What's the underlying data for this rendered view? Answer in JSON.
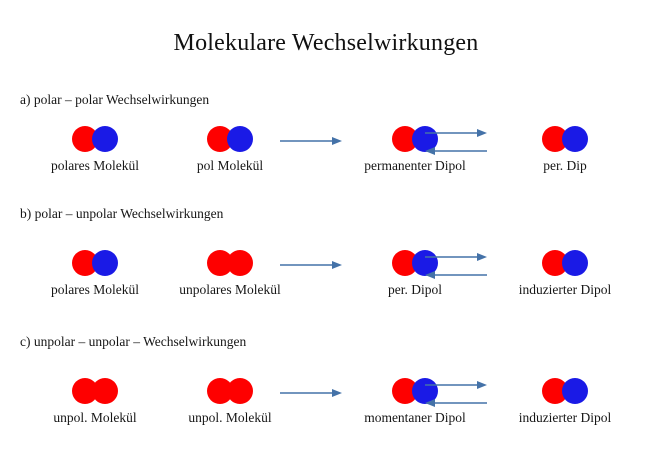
{
  "slide": {
    "title": "Molekulare Wechselwirkungen",
    "background_color": "#ffffff",
    "atom_red_color": "#fe0000",
    "atom_blue_color": "#1a1ae6",
    "arrow_color": "#4472a8"
  },
  "sections": [
    {
      "id": "a",
      "heading": "a) polar – polar  Wechselwirkungen",
      "molecules": [
        {
          "label": "polares Molekül",
          "atoms": [
            "red",
            "blue"
          ]
        },
        {
          "label": "pol Molekül",
          "atoms": [
            "red",
            "blue"
          ]
        },
        {
          "label": "permanenter Dipol",
          "atoms": [
            "red",
            "blue"
          ]
        },
        {
          "label": "per. Dip",
          "atoms": [
            "red",
            "blue"
          ]
        }
      ]
    },
    {
      "id": "b",
      "heading": "b) polar – unpolar Wechselwirkungen",
      "molecules": [
        {
          "label": "polares Molekül",
          "atoms": [
            "red",
            "blue"
          ]
        },
        {
          "label": "unpolares Molekül",
          "atoms": [
            "red",
            "red"
          ]
        },
        {
          "label": "per. Dipol",
          "atoms": [
            "red",
            "blue"
          ]
        },
        {
          "label": "induzierter Dipol",
          "atoms": [
            "red",
            "blue"
          ]
        }
      ]
    },
    {
      "id": "c",
      "heading": "c) unpolar – unpolar – Wechselwirkungen",
      "molecules": [
        {
          "label": "unpol. Molekül",
          "atoms": [
            "red",
            "red"
          ]
        },
        {
          "label": "unpol. Molekül",
          "atoms": [
            "red",
            "red"
          ]
        },
        {
          "label": "momentaner Dipol",
          "atoms": [
            "red",
            "blue"
          ]
        },
        {
          "label": "induzierter Dipol",
          "atoms": [
            "red",
            "blue"
          ]
        }
      ]
    }
  ]
}
